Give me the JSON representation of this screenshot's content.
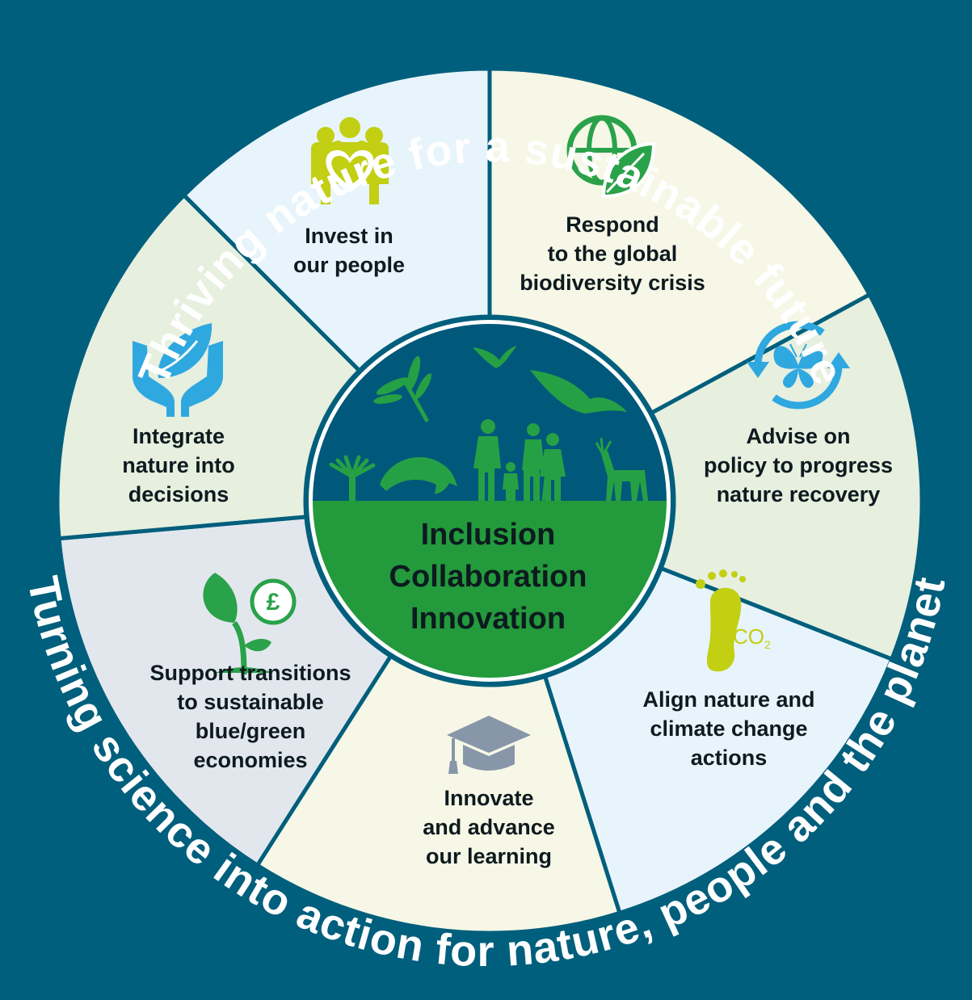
{
  "outer_text": {
    "top": "Thriving nature for a sustainable future",
    "bottom": "Turning science into action for nature, people and the planet"
  },
  "core": {
    "lines": [
      "Inclusion",
      "Collaboration",
      "Innovation"
    ]
  },
  "segments": [
    {
      "id": "people",
      "lines": [
        "Invest in",
        "our people"
      ],
      "icon": "people-heart-icon",
      "fill": "#f6f7e6"
    },
    {
      "id": "biodiversity",
      "lines": [
        "Respond",
        "to the global",
        "biodiversity crisis"
      ],
      "icon": "globe-leaf-icon",
      "fill": "#e7efdf"
    },
    {
      "id": "policy",
      "lines": [
        "Advise on",
        "policy to progress",
        "nature recovery"
      ],
      "icon": "butterfly-cycle-icon",
      "fill": "#e8f4fb"
    },
    {
      "id": "climate",
      "lines": [
        "Align nature and",
        "climate change",
        "actions"
      ],
      "icon": "co2-footprint-icon",
      "icon_text": "CO",
      "icon_sub": "2",
      "fill": "#f6f7e6"
    },
    {
      "id": "learning",
      "lines": [
        "Innovate",
        "and advance",
        "our learning"
      ],
      "icon": "graduation-cap-icon",
      "fill": "#e2e7ee"
    },
    {
      "id": "economies",
      "lines": [
        "Support transitions",
        "to sustainable",
        "blue/green",
        "economies"
      ],
      "icon": "plant-money-icon",
      "icon_text": "£",
      "fill": "#e7efdf"
    },
    {
      "id": "decisions",
      "lines": [
        "Integrate",
        "nature into",
        "decisions"
      ],
      "icon": "hands-leaf-icon",
      "fill": "#e8f4fb"
    }
  ],
  "colors": {
    "background": "#005f7c",
    "core_sky": "#00587a",
    "core_ground": "#239a3c",
    "silhouette": "#26a045",
    "lime": "#c2cf12",
    "green": "#2aa24a",
    "blue": "#2fa8e0",
    "slate": "#8796a8"
  }
}
